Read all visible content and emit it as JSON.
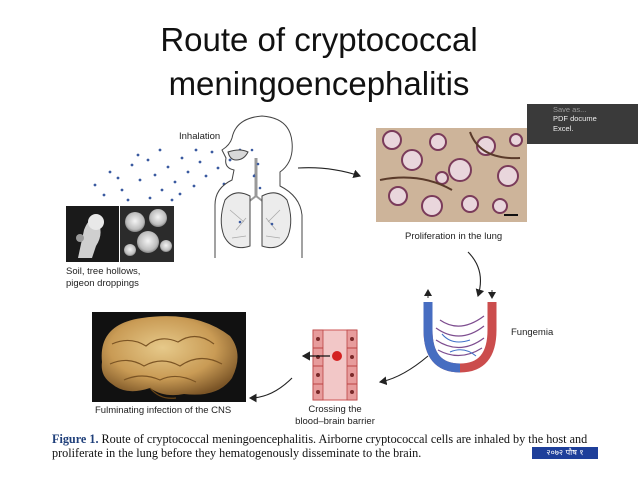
{
  "title_line1": "Route of cryptococcal",
  "title_line2": "meningoencephalitis",
  "labels": {
    "inhalation": "Inhalation",
    "soil_line1": "Soil, tree hollows,",
    "soil_line2": "pigeon droppings",
    "proliferation": "Proliferation in the lung",
    "fungemia": "Fungemia",
    "crossing_line1": "Crossing the",
    "crossing_line2": "blood–brain barrier",
    "fulminating": "Fulminating infection of the CNS"
  },
  "caption": {
    "figure_label": "Figure 1.",
    "text": " Route of cryptococcal meningoencephalitis. Airborne cryptococcal cells are inhaled by the host and proliferate in the lung before they hematogenously disseminate to the brain."
  },
  "tooltip": {
    "line1": "Save as...",
    "line2": "PDF docume",
    "line3": "Excel."
  },
  "badge_text": "२०७२ पौष १"
}
